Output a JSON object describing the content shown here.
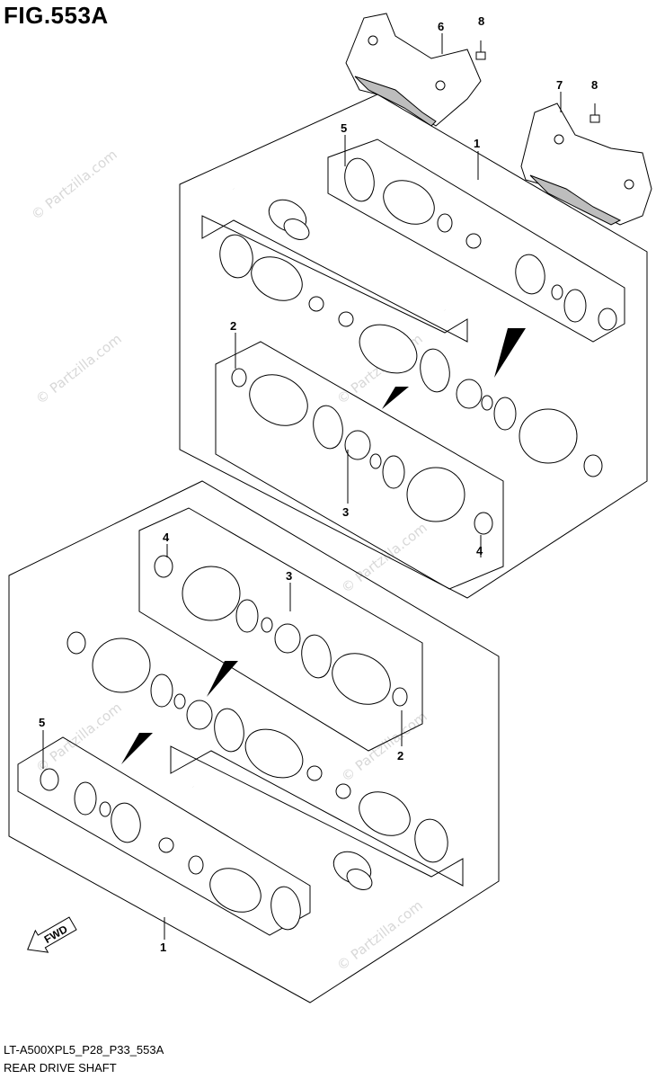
{
  "figure_title": "FIG.553A",
  "model_code": "LT-A500XPL5_P28_P33_553A",
  "diagram_name": "REAR DRIVE SHAFT",
  "watermark_text": "© Partzilla.com",
  "fwd_label": "FWD",
  "callouts": {
    "c1_top": "1",
    "c2_top": "2",
    "c3_top": "3",
    "c4_top": "4",
    "c5_top": "5",
    "c6": "6",
    "c7": "7",
    "c8_a": "8",
    "c8_b": "8",
    "c4_mid": "4",
    "c3_mid": "3",
    "c2_mid": "2",
    "c5_bot": "5",
    "c1_bot": "1"
  }
}
